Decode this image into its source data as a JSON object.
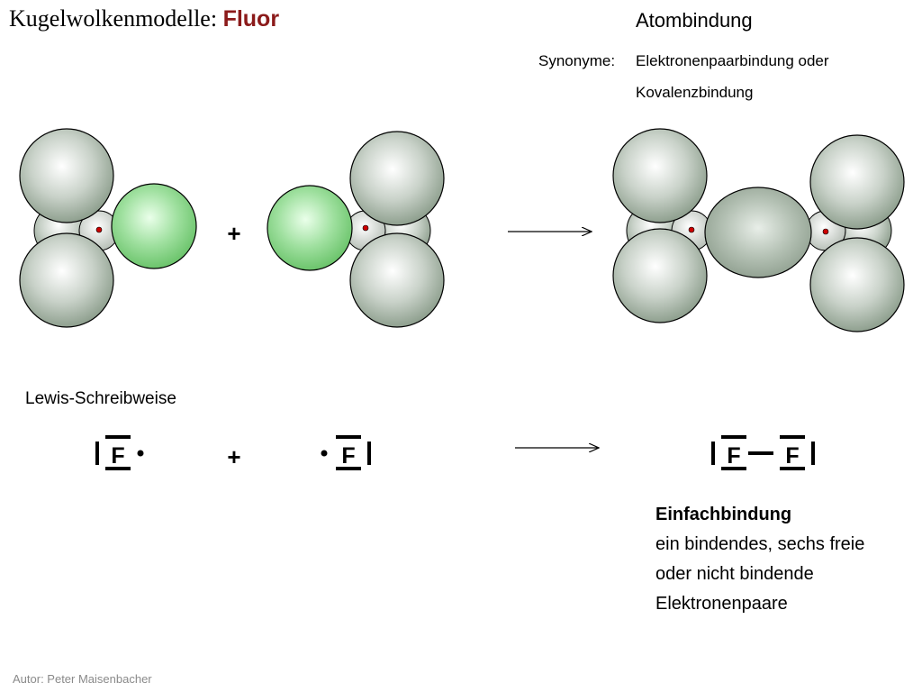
{
  "header": {
    "title_prefix": "Kugelwolkenmodelle:",
    "title_element": "Fluor",
    "bond_type": "Atombindung",
    "synonyms_label": "Synonyme:",
    "synonyms_line1": "Elektronenpaarbindung oder",
    "synonyms_line2": "Kovalenzbindung"
  },
  "ball_model": {
    "plus": "+"
  },
  "lewis": {
    "label": "Lewis-Schreibweise",
    "element_symbol": "F",
    "plus": "+"
  },
  "description": {
    "heading": "Einfachbindung",
    "line1": "ein bindendes, sechs freie",
    "line2": "oder nicht bindende",
    "line3": "Elektronenpaare"
  },
  "footer": {
    "author": "Autor: Peter Maisenbacher"
  },
  "colors": {
    "lone_pair_cloud": "#8fa08f",
    "single_electron_cloud": "#7fd07f",
    "bond_cloud": "#8c9c8c",
    "nucleus": "#cc0000",
    "title_accent": "#8b1a1a"
  }
}
